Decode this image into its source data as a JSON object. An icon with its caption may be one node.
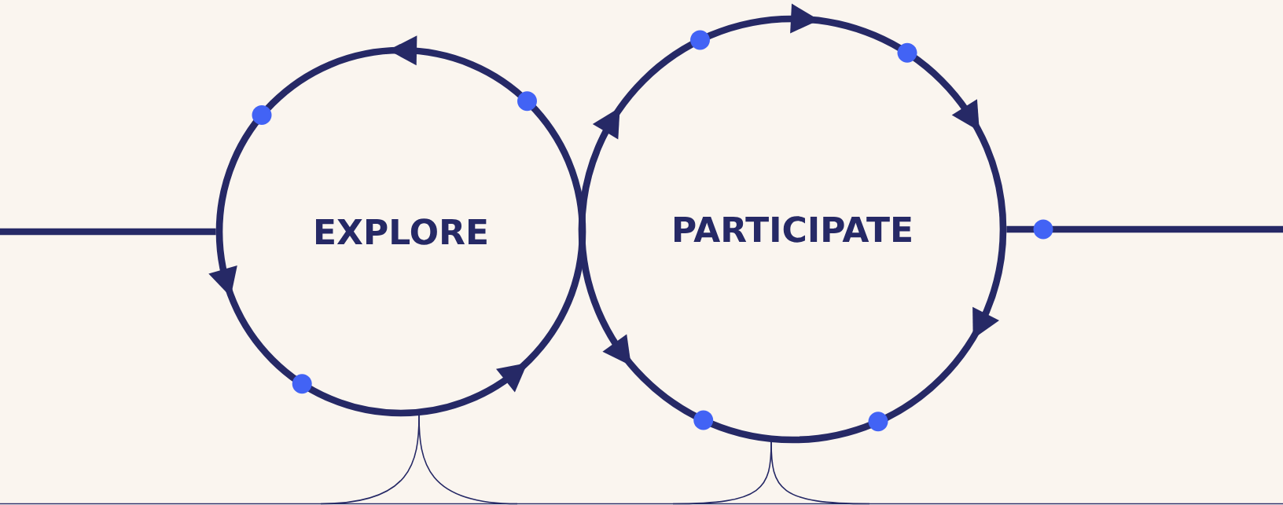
{
  "diagram": {
    "nodes": [
      {
        "text": [
          "EXPLORE"
        ]
      },
      {
        "text": [
          "PARTICIPATE"
        ]
      }
    ],
    "edges": [
      {
        "from": null,
        "to": 0,
        "arrow": "none",
        "style": "thick"
      },
      {
        "from": 1,
        "to": null,
        "arrow": "none",
        "style": "thick"
      },
      {
        "from": 0,
        "to": null,
        "arrow": "none"
      },
      {
        "from": 0,
        "to": null,
        "arrow": "none"
      },
      {
        "from": 1,
        "to": null,
        "arrow": "none"
      },
      {
        "from": 1,
        "to": null,
        "arrow": "none"
      }
    ]
  }
}
